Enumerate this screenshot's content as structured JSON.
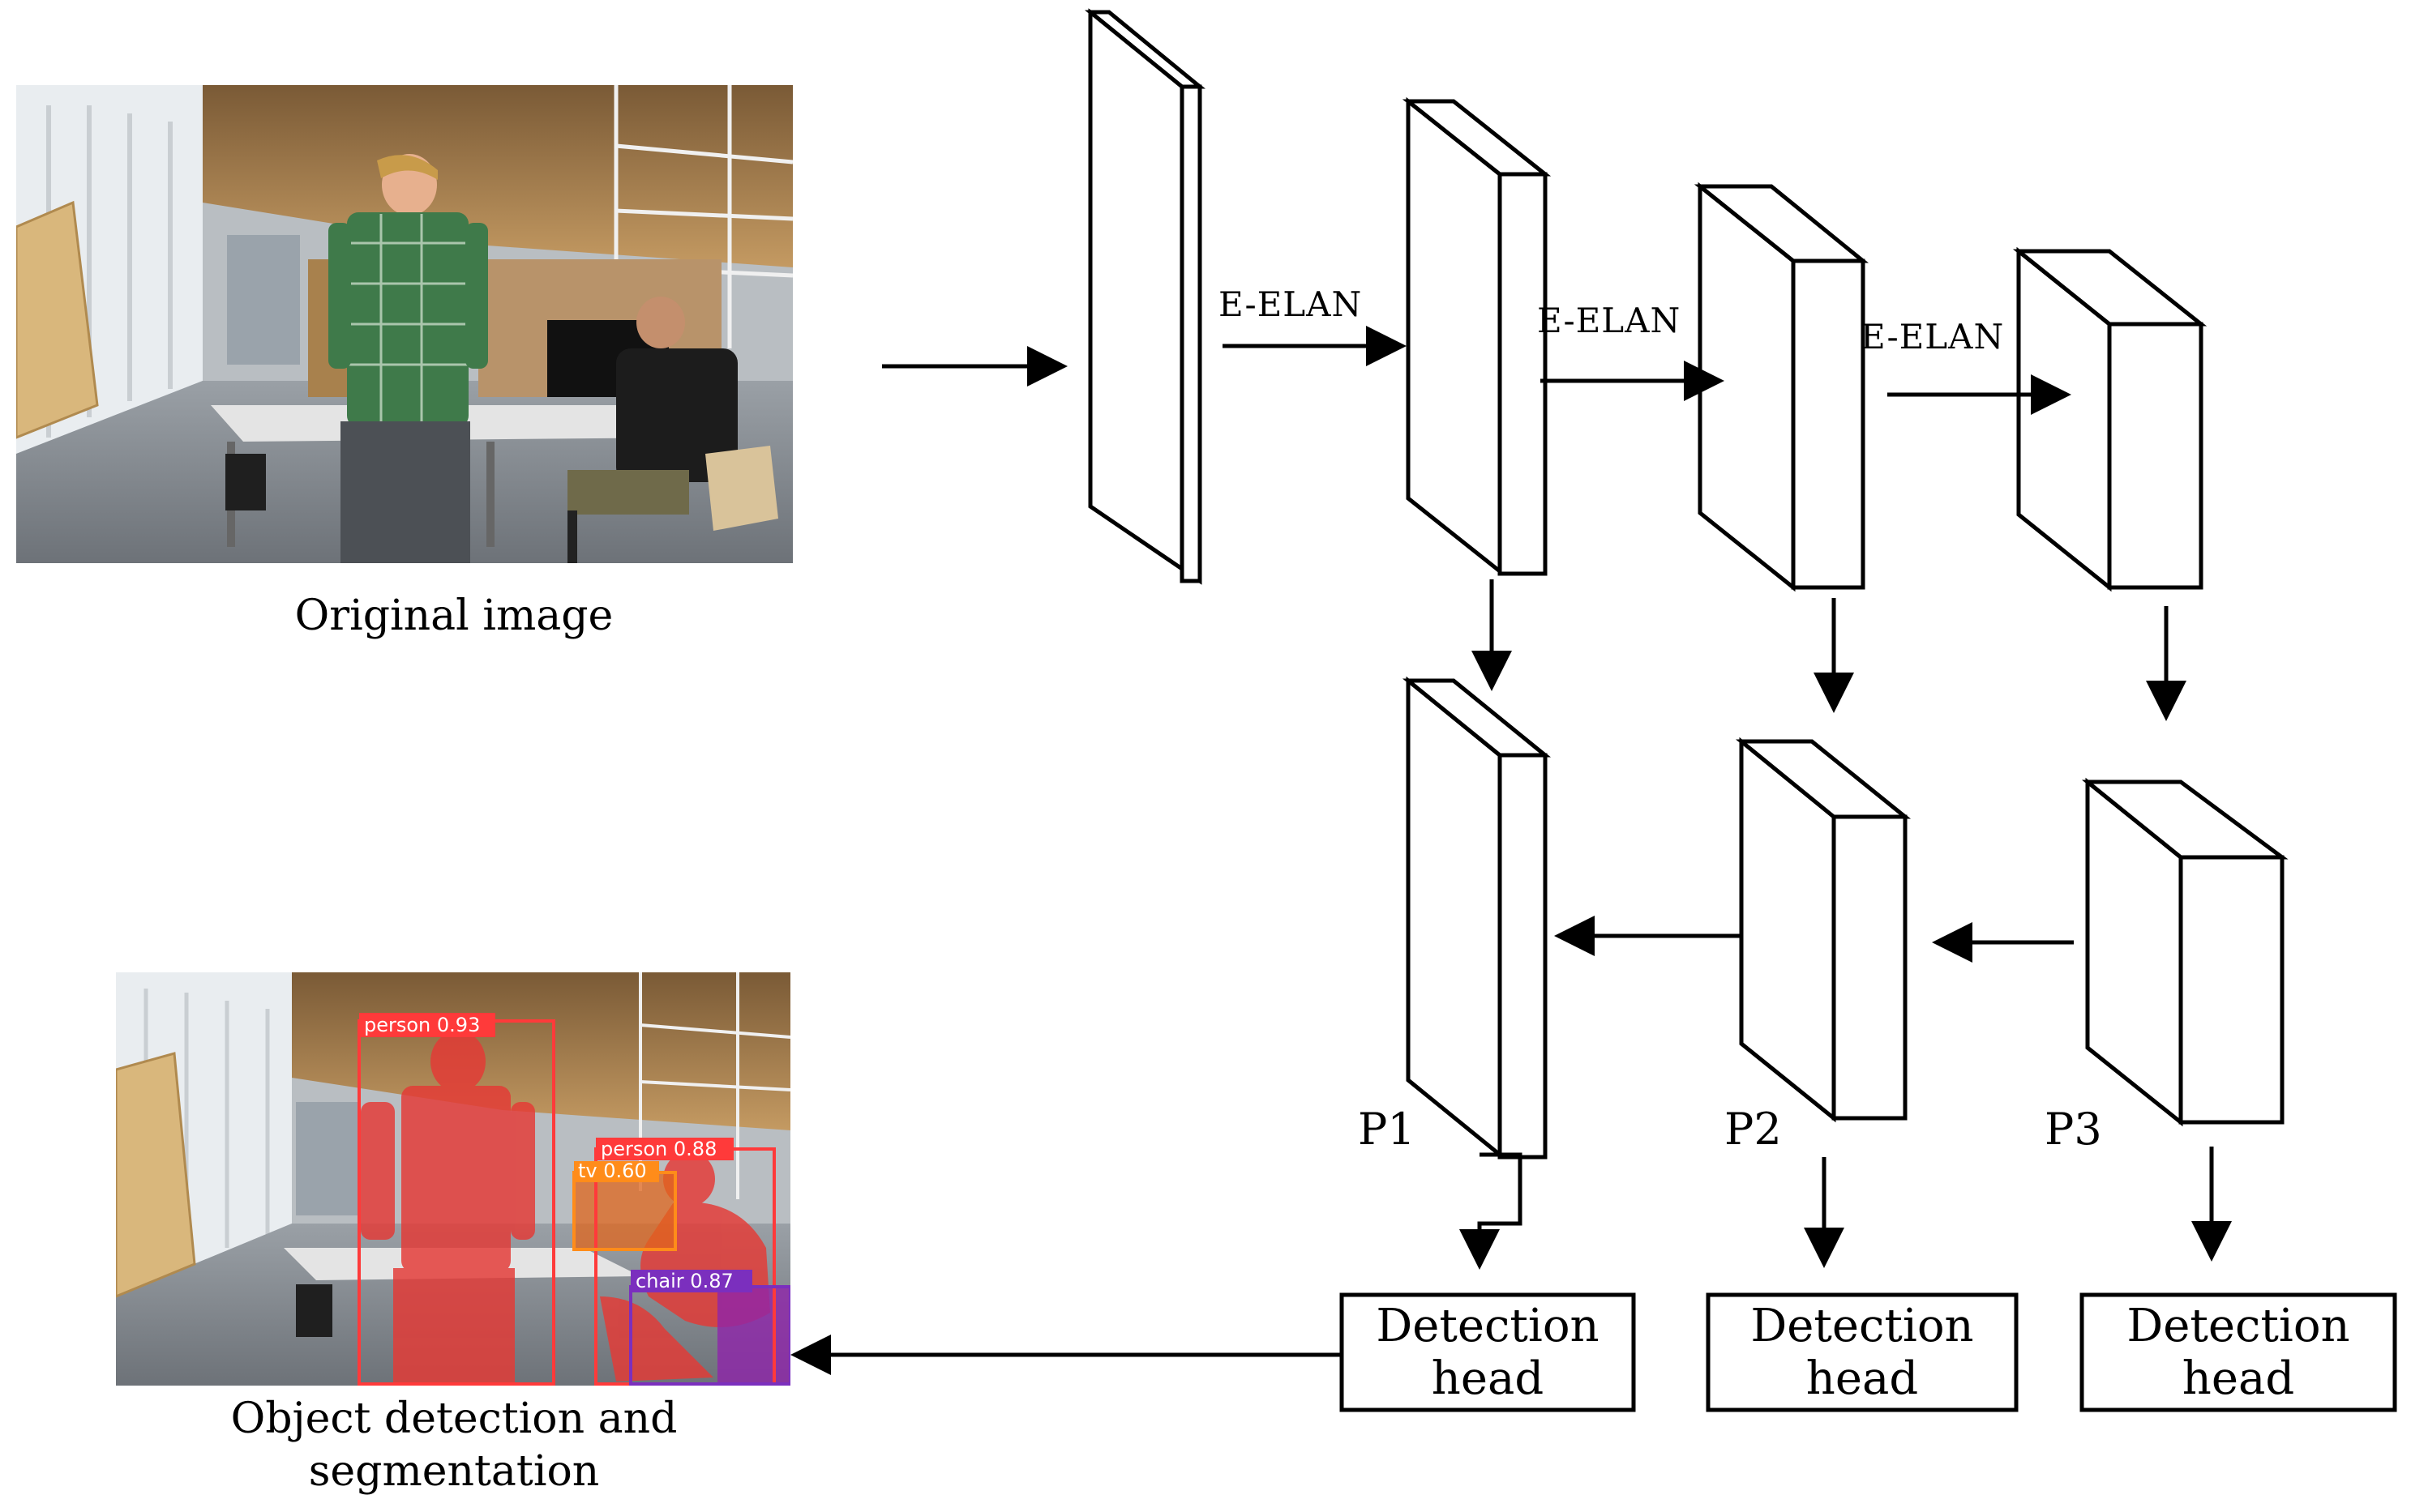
{
  "captions": {
    "original": "Original image",
    "result_line1": "Object detection and",
    "result_line2": "segmentation"
  },
  "elan_labels": [
    "E-ELAN",
    "E-ELAN",
    "E-ELAN"
  ],
  "pyramid_labels": [
    "P1",
    "P2",
    "P3"
  ],
  "detection_head": {
    "line1": "Detection",
    "line2": "head"
  },
  "detections": [
    {
      "label": "person",
      "score": "0.93",
      "color": "#ff3a3a"
    },
    {
      "label": "person",
      "score": "0.88",
      "color": "#ff3a3a"
    },
    {
      "label": "tv",
      "score": "0.60",
      "color": "#ff8c1a"
    },
    {
      "label": "chair",
      "score": "0.87",
      "color": "#7b2fbe"
    }
  ],
  "colors": {
    "person_mask": "#e53935",
    "tv_mask": "#e0661c",
    "chair_mask": "#8e24aa"
  }
}
